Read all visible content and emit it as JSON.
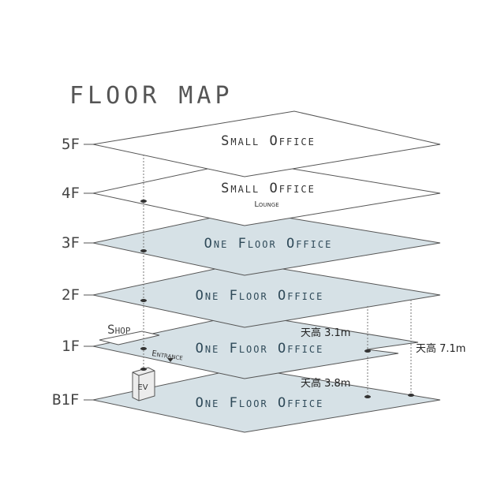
{
  "title": "FLOOR MAP",
  "floors": [
    {
      "label": "5F",
      "name": "Small Office",
      "sub": ""
    },
    {
      "label": "4F",
      "name": "Small Office",
      "sub": "Lounge"
    },
    {
      "label": "3F",
      "name": "One Floor Office",
      "sub": ""
    },
    {
      "label": "2F",
      "name": "One Floor Office",
      "sub": ""
    },
    {
      "label": "1F",
      "name": "One Floor Office",
      "sub": ""
    },
    {
      "label": "B1F",
      "name": "One Floor Office",
      "sub": ""
    }
  ],
  "annotations": {
    "shop": "Shop",
    "entrance": "Entrance",
    "ev": "EV",
    "ceiling_1f": "天高 3.1m",
    "ceiling_b1f": "天高 3.8m",
    "ceiling_double": "天高 7.1m"
  },
  "colors": {
    "office_fill": "#d6e1e6",
    "small_fill": "#ffffff",
    "stroke": "#555555",
    "office_text": "#2f4a59",
    "small_text": "#333333"
  }
}
